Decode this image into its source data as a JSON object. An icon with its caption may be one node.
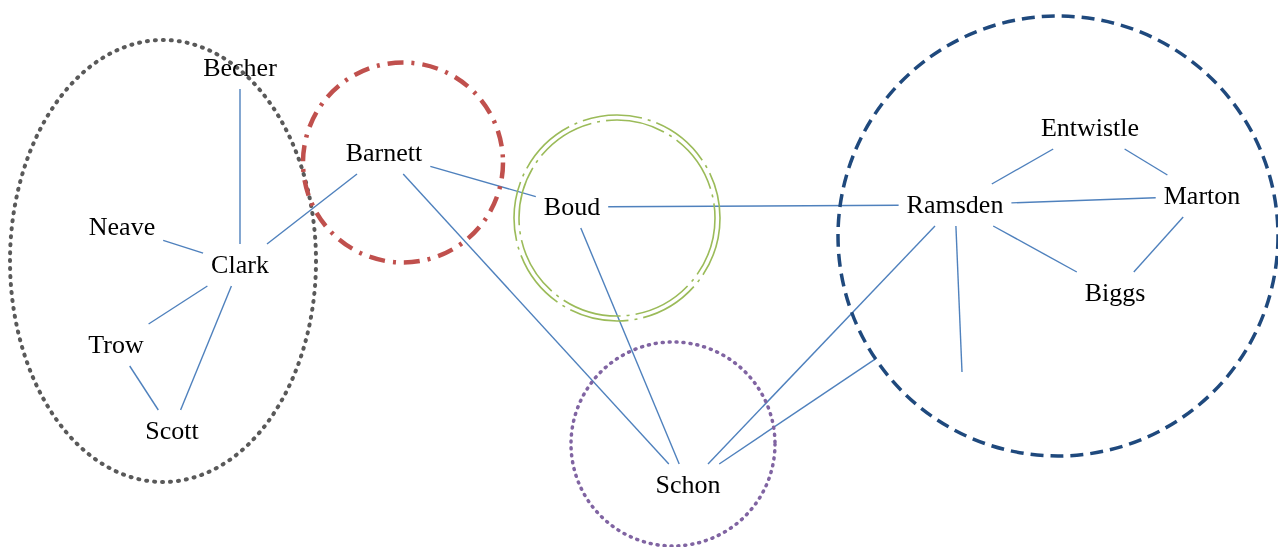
{
  "diagram": {
    "nodes": [
      {
        "text": [],
        "shape": "ellipse"
      },
      {
        "text": [
          "Becher"
        ],
        "in": 0
      },
      {
        "text": [
          "Neave"
        ],
        "in": 0
      },
      {
        "text": [
          "Clark"
        ],
        "in": 0
      },
      {
        "text": [
          "Trow"
        ],
        "in": 0
      },
      {
        "text": [
          "Scott"
        ],
        "in": 0
      },
      {
        "text": [],
        "shape": "circle"
      },
      {
        "text": [
          "Barnett"
        ],
        "in": 6
      },
      {
        "text": [],
        "shape": "circle"
      },
      {
        "text": [
          "Boud"
        ],
        "in": 8
      },
      {
        "text": [],
        "shape": "circle"
      },
      {
        "text": [
          "Schon"
        ],
        "in": 10
      },
      {
        "text": [],
        "shape": "circle"
      },
      {
        "text": [
          "Entwistle"
        ],
        "in": 12
      },
      {
        "text": [
          "Ramsden"
        ],
        "in": 12
      },
      {
        "text": [
          "Marton"
        ],
        "in": 12
      },
      {
        "text": [
          "Biggs"
        ],
        "in": 12
      }
    ],
    "edges": [
      {
        "from": 1,
        "to": 3,
        "arrow": "none"
      },
      {
        "from": 2,
        "to": 3,
        "arrow": "none"
      },
      {
        "from": 4,
        "to": 3,
        "arrow": "none"
      },
      {
        "from": 5,
        "to": 3,
        "arrow": "none"
      },
      {
        "from": 4,
        "to": 5,
        "arrow": "none"
      },
      {
        "from": 3,
        "to": 7,
        "arrow": "none"
      },
      {
        "from": 7,
        "to": 9,
        "arrow": "none"
      },
      {
        "from": 7,
        "to": 11,
        "arrow": "none"
      },
      {
        "from": 9,
        "to": 14,
        "arrow": "none"
      },
      {
        "from": 9,
        "to": 11,
        "arrow": "none"
      },
      {
        "from": 14,
        "to": 11,
        "arrow": "none"
      },
      {
        "from": 11,
        "to": 12,
        "arrow": "none"
      },
      {
        "from": 14,
        "to": 13,
        "arrow": "none"
      },
      {
        "from": 13,
        "to": 15,
        "arrow": "none"
      },
      {
        "from": 14,
        "to": 15,
        "arrow": "none"
      },
      {
        "from": 15,
        "to": 16,
        "arrow": "none"
      },
      {
        "from": 14,
        "to": 16,
        "arrow": "none"
      },
      {
        "from": 14,
        "to": null,
        "arrow": "none"
      }
    ]
  }
}
